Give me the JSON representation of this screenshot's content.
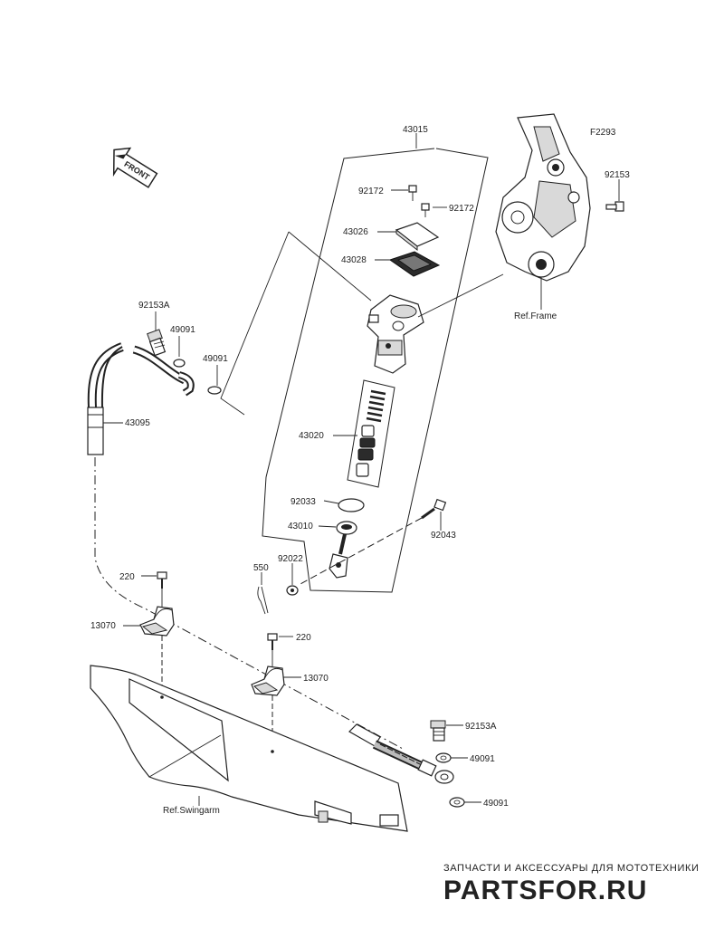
{
  "diagram": {
    "figure_code": "F2293",
    "front_label": "FRONT",
    "ref_frame": "Ref.Frame",
    "ref_swingarm": "Ref.Swingarm",
    "parts": {
      "p43015": "43015",
      "p92172a": "92172",
      "p92172b": "92172",
      "p43026": "43026",
      "p43028": "43028",
      "p92153": "92153",
      "p92153A_top": "92153A",
      "p49091_a": "49091",
      "p49091_b": "49091",
      "p43095": "43095",
      "p43020": "43020",
      "p92033": "92033",
      "p43010": "43010",
      "p92043": "92043",
      "p550": "550",
      "p92022": "92022",
      "p220_a": "220",
      "p13070_a": "13070",
      "p220_b": "220",
      "p13070_b": "13070",
      "p92153A_bottom": "92153A",
      "p49091_c": "49091",
      "p49091_d": "49091"
    }
  },
  "watermark": {
    "tagline": "ЗАПЧАСТИ И АКСЕССУАРЫ ДЛЯ МОТОТЕХНИКИ",
    "brand": "PARTSFOR.RU"
  }
}
